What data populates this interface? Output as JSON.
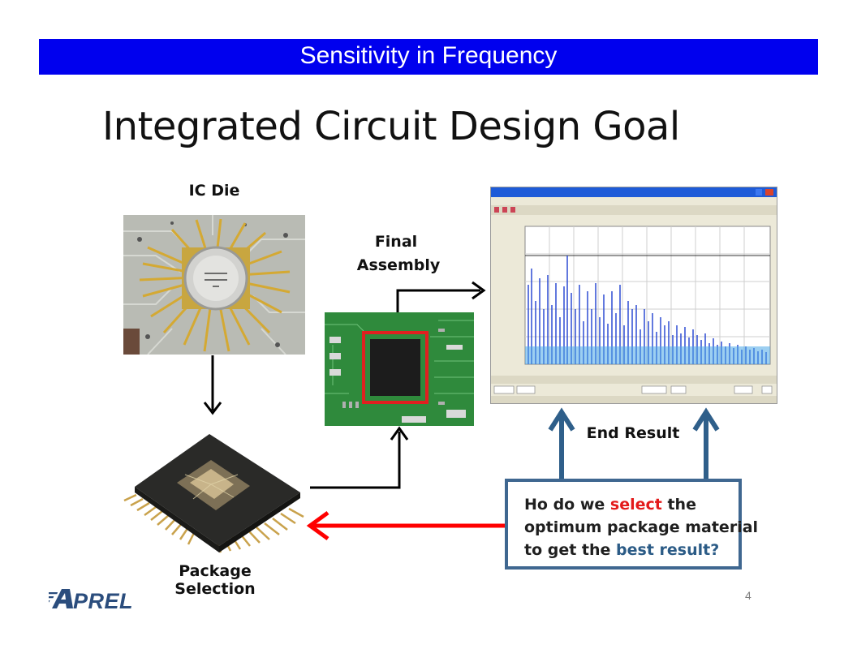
{
  "banner": {
    "text": "Sensitivity in Frequency"
  },
  "slide": {
    "title": "Integrated Circuit Design Goal",
    "page_number": "4"
  },
  "labels": {
    "ic_die": "IC Die",
    "final_assembly_1": "Final",
    "final_assembly_2": "Assembly",
    "end_result": "End Result",
    "package_selection": "Package Selection"
  },
  "question": {
    "line1_a": "Ho do we ",
    "line1_highlight": "select",
    "line1_b": " the",
    "line2": "optimum package material",
    "line3_a": "to get the ",
    "line3_highlight": "best result?"
  },
  "logo": {
    "text": "APREL"
  },
  "colors": {
    "banner": "#0000ee",
    "highlight_red": "#e31a1a",
    "highlight_blue": "#2b5b86",
    "box_border": "#3f6790",
    "arrow_red": "#ff0000",
    "arrow_blue": "#2f5f8a"
  }
}
